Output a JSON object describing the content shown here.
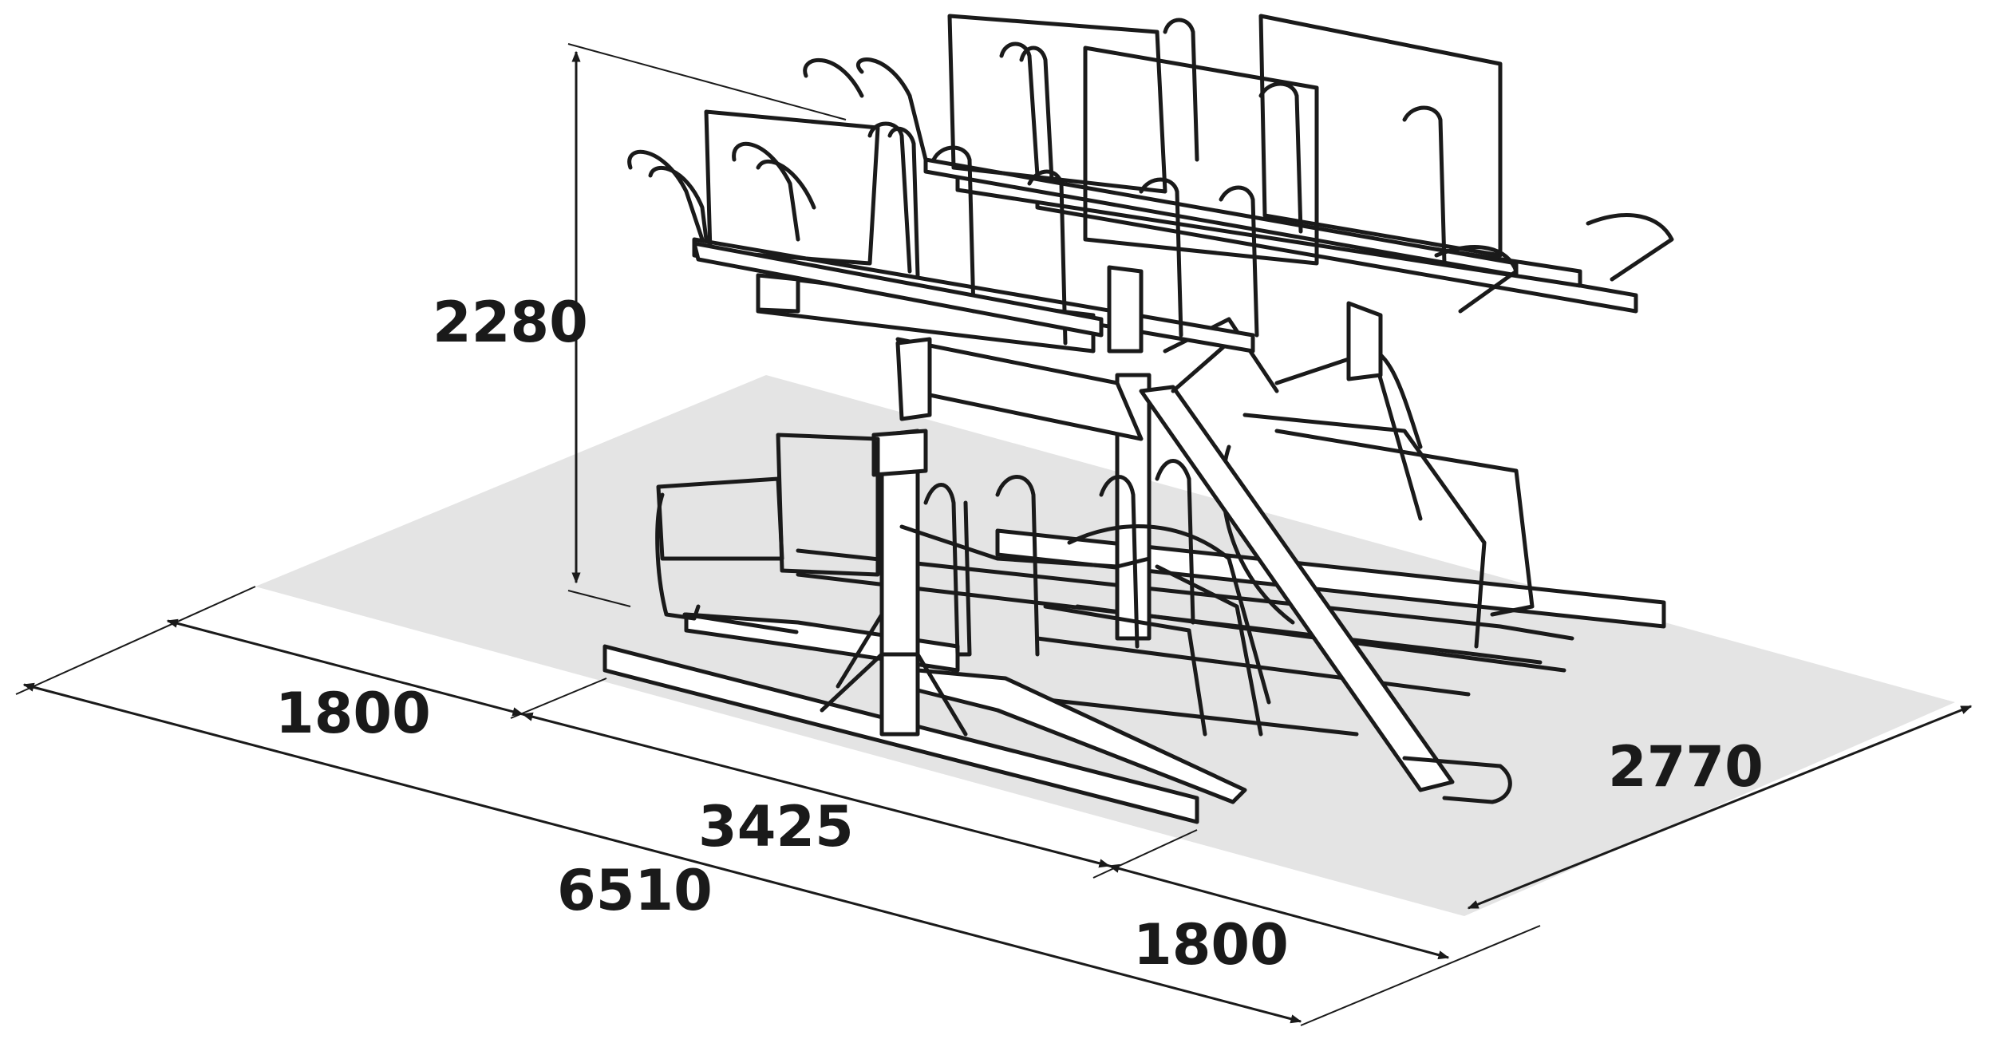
{
  "dimensions": {
    "height": "2280",
    "front_left_depth": "1800",
    "center_length": "3425",
    "total_length": "6510",
    "front_right_depth": "1800",
    "width": "2770"
  },
  "colors": {
    "line": "#1a1a1a",
    "floor": "#e4e4e4",
    "background": "#ffffff"
  }
}
